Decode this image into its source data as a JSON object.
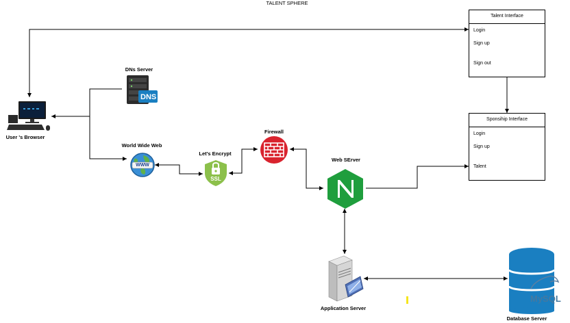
{
  "title": "TALENT SPHERE",
  "nodes": {
    "browser": "User 's Browser",
    "dns": "DNs Server",
    "dns_badge": "DNS",
    "www": "World Wide Web",
    "www_badge": "WWW",
    "ssl": "Let's Encrypt",
    "ssl_badge": "SSL",
    "firewall": "Firewall",
    "web": "Web SErver",
    "app": "Application Server",
    "db": "Database Server",
    "db_badge": "MySQL"
  },
  "talent_interface": {
    "title": "Talent Interface",
    "items": [
      "Login",
      "Sign up",
      "Sign out"
    ]
  },
  "sponsor_interface": {
    "title": "Sponsihip Interface",
    "items": [
      "Login",
      "Sign up",
      "Talent"
    ]
  },
  "colors": {
    "firewall": "#d9232e",
    "nginx": "#1f9e3d",
    "ssl": "#8cc04b",
    "dns_badge": "#1a7fc1",
    "db": "#1a7fc1"
  }
}
